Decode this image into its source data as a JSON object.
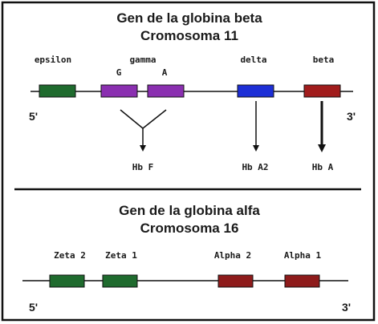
{
  "top": {
    "title_line1": "Gen de la globina beta",
    "title_line2": "Cromosoma 11",
    "labels": {
      "epsilon": "epsilon",
      "gamma": "gamma",
      "gamma_g": "G",
      "gamma_a": "A",
      "delta": "delta",
      "beta": "beta"
    },
    "end5": "5'",
    "end3": "3'",
    "products": {
      "hbf": "Hb F",
      "hba2": "Hb A2",
      "hba": "Hb A"
    },
    "colors": {
      "epsilon": "#1f6b2e",
      "gamma": "#8a2fb0",
      "delta": "#1d2fd6",
      "beta": "#a11c1c"
    }
  },
  "bottom": {
    "title_line1": "Gen de la globina alfa",
    "title_line2": "Cromosoma 16",
    "labels": {
      "zeta2": "Zeta 2",
      "zeta1": "Zeta 1",
      "alpha2": "Alpha 2",
      "alpha1": "Alpha 1"
    },
    "end5": "5'",
    "end3": "3'",
    "colors": {
      "zeta": "#1f6b2e",
      "alpha": "#8e1b1b"
    }
  }
}
